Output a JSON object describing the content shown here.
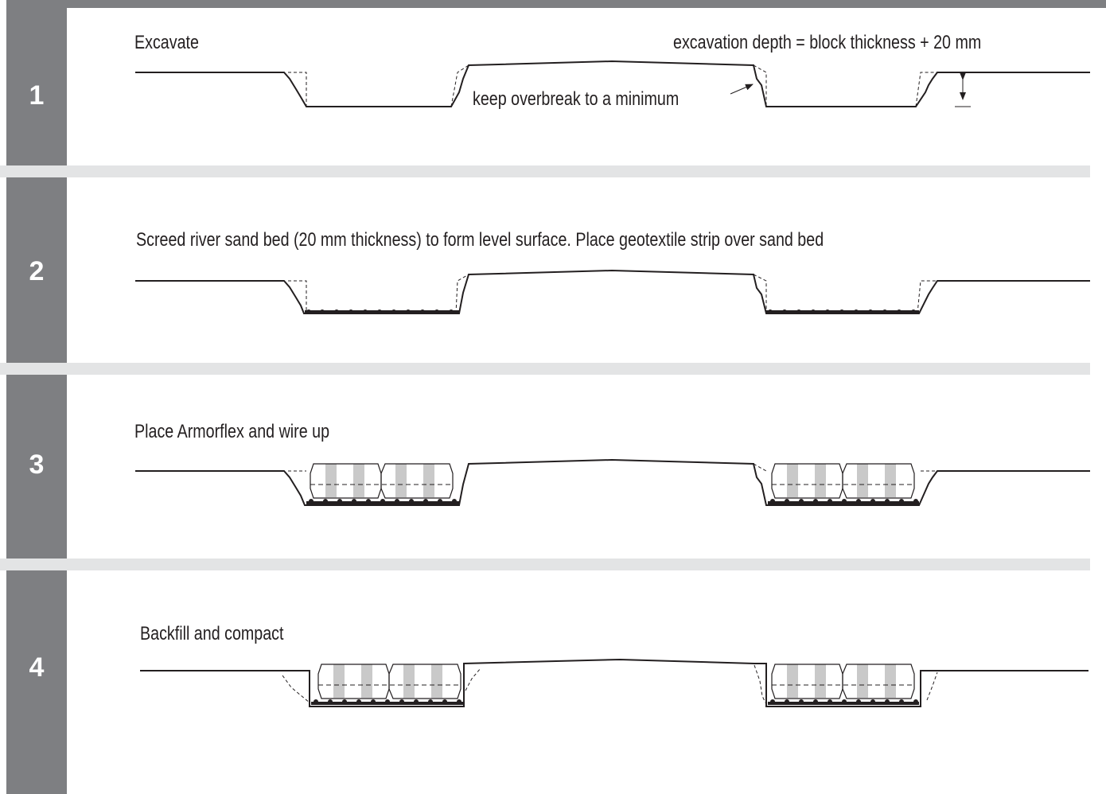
{
  "steps": [
    {
      "number": "1",
      "title": "Excavate",
      "annotations": {
        "depth": "excavation depth = block thickness + 20 mm",
        "overbreak": "keep overbreak to a minimum"
      }
    },
    {
      "number": "2",
      "title": "Screed river sand bed (20 mm thickness) to form level surface. Place geotextile strip over sand bed"
    },
    {
      "number": "3",
      "title": "Place Armorflex and wire up"
    },
    {
      "number": "4",
      "title": "Backfill and compact"
    }
  ],
  "colors": {
    "sidebar": "#7e7f82",
    "separator": "#e3e4e5",
    "line": "#231f20",
    "block_fill": "#c9c9c9"
  }
}
